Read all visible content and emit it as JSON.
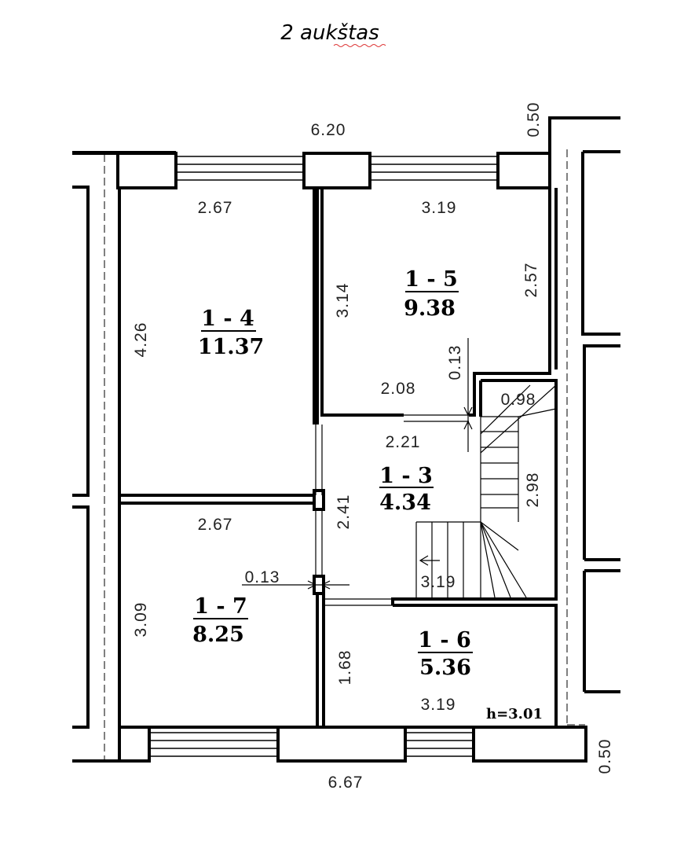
{
  "title": "2 aukštas",
  "dimensions": {
    "top_total": "6.20",
    "bottom_total": "6.67",
    "top_offset": "0.50",
    "bottom_offset": "0.50",
    "r14_width": "2.67",
    "r14_height": "4.26",
    "r15_width": "3.19",
    "r15_left_height": "3.14",
    "r15_right_height": "2.57",
    "r15_step": "0.13",
    "r15_bottom_width": "2.08",
    "stair_width": "0.98",
    "stair_length": "2.98",
    "r13_width": "2.21",
    "r13_height": "2.41",
    "r13_bottom_width": "3.19",
    "r17_width": "2.67",
    "r17_height": "3.09",
    "r17_wall": "0.13",
    "r16_width": "3.19",
    "r16_height": "1.68"
  },
  "rooms": {
    "r14": {
      "id": "1 - 4",
      "area": "11.37"
    },
    "r15": {
      "id": "1 - 5",
      "area": "9.38"
    },
    "r13": {
      "id": "1 - 3",
      "area": "4.34"
    },
    "r17": {
      "id": "1 - 7",
      "area": "8.25"
    },
    "r16": {
      "id": "1 - 6",
      "area": "5.36"
    }
  },
  "ceiling_height": "h=3.01"
}
